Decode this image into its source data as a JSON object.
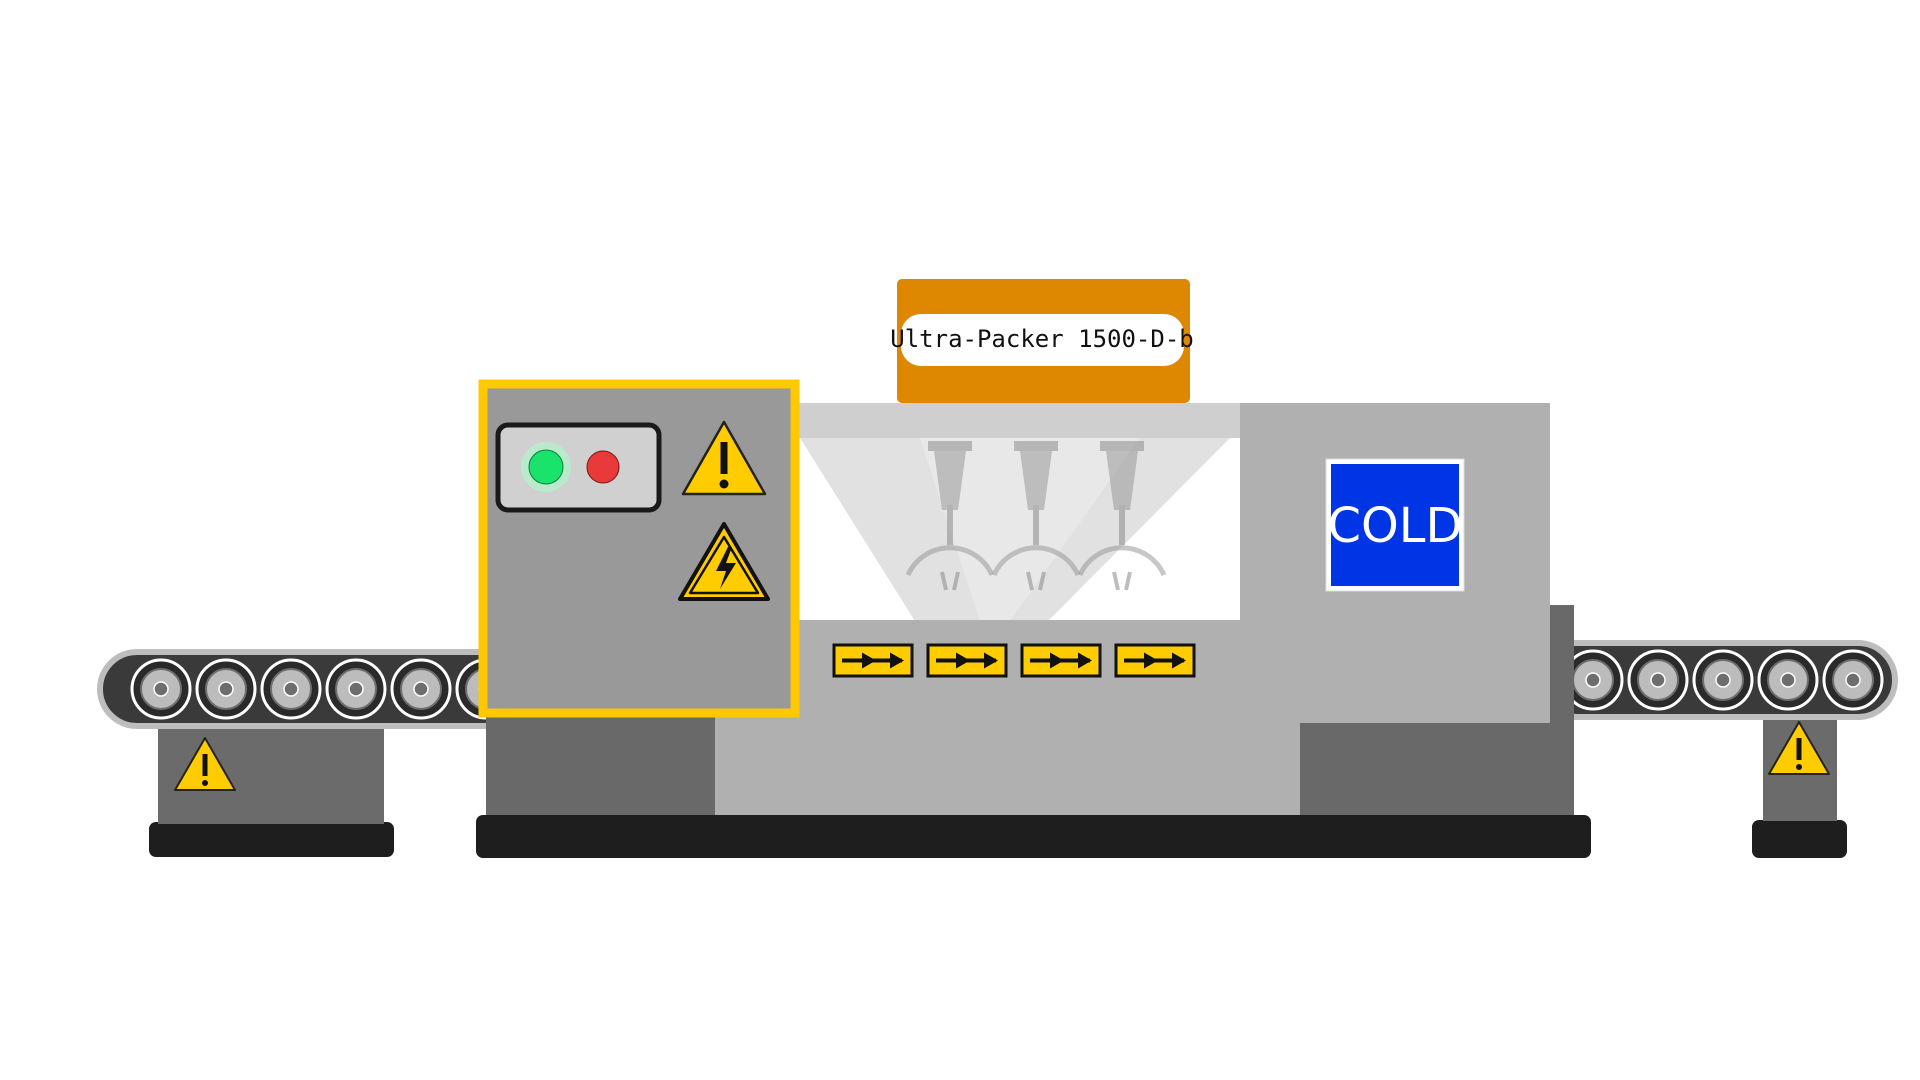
{
  "machine": {
    "name_plate": "Ultra-Packer 1500-D-b",
    "temperature_sign": "COLD",
    "indicator_lights": [
      {
        "name": "green-indicator-light",
        "color": "#19e36a",
        "state": "on"
      },
      {
        "name": "red-indicator-light",
        "color": "#e83a3a",
        "state": "off"
      }
    ],
    "warning_signs": [
      "general-warning-icon",
      "high-voltage-icon",
      "general-warning-icon",
      "general-warning-icon"
    ],
    "direction_arrows_count": 4,
    "nozzle_count": 3
  },
  "conveyors": {
    "left_rollers": 6,
    "right_rollers": 5
  },
  "colors": {
    "body_gray": "#b0b0b0",
    "panel_gray": "#999999",
    "dark_gray": "#696969",
    "base_black": "#1e1e1e",
    "panel_border_yellow": "#ffc800",
    "name_plate_orange": "#dd8800",
    "cold_sign_blue": "#0035e6",
    "warning_yellow": "#ffcc00"
  }
}
